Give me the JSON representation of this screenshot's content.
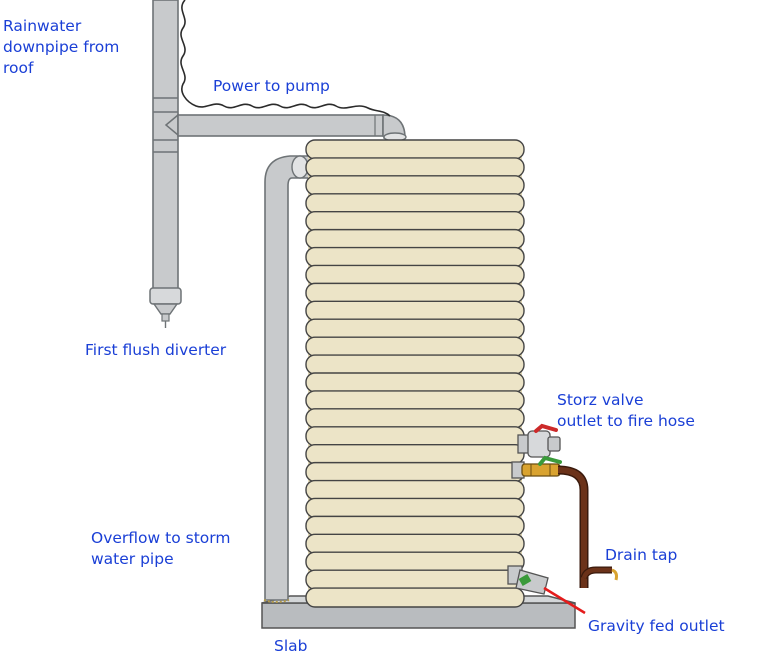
{
  "labels": {
    "rainwater_downpipe": [
      "Rainwater",
      "downpipe from",
      "roof"
    ],
    "power_to_pump": "Power to pump",
    "first_flush_diverter": "First flush diverter",
    "overflow": [
      "Overflow to storm",
      "water pipe"
    ],
    "storz_valve": [
      "Storz valve",
      "outlet to fire hose"
    ],
    "drain_tap": "Drain tap",
    "gravity_fed_outlet": "Gravity fed outlet",
    "slab": "Slab"
  },
  "colors": {
    "label_text": "#1a3fd6",
    "pipe_fill": "#c8cacc",
    "pipe_stroke": "#6e7376",
    "tank_fill": "#ece4c7",
    "tank_stroke": "#444444",
    "slab_fill": "#b9bcbf",
    "drain_pipe": "#5a2a14",
    "brass": "#d9a330",
    "valve_red": "#cc2a2a",
    "valve_green": "#3a9a3a",
    "pointer_red": "#e41c1c"
  }
}
